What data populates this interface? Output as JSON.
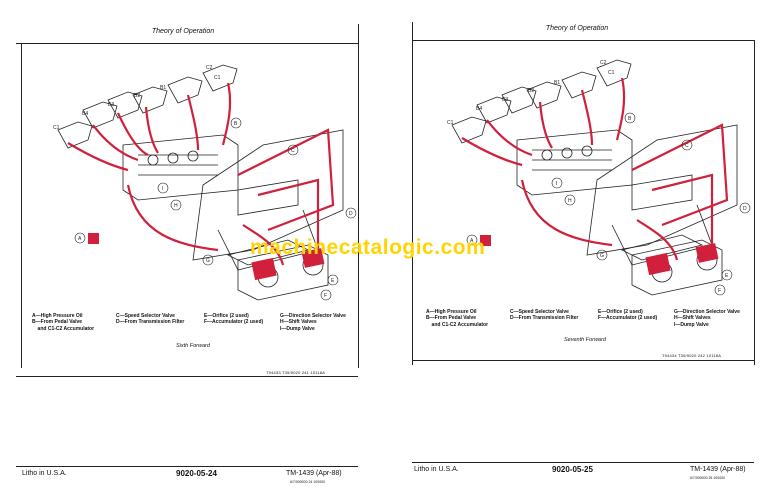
{
  "watermark": "machinecatalogic.com",
  "left_page": {
    "header": "Theory of Operation",
    "legend": {
      "col1": "A—High Pressure Oil\nB—From Pedal Valve\n    and C1-C2 Accumulator",
      "col2": "C—Speed Selector Valve\nD—From Transmission Filter",
      "col3": "E—Orifice (2 used)\nF—Accumulator (2 used)",
      "col4": "G—Direction Selector Valve\nH—Shift Valves\nI—Dump Valve"
    },
    "caption": "Sixth Forward",
    "figure_code": "T94433  T35/9020 241 10118A",
    "footer_left": "Litho in U.S.A.",
    "footer_center": "9020-05-24",
    "footer_right": "TM-1439 (Apr-88)",
    "footer_small": "6/7/000000 24 100000",
    "callouts": [
      "C1",
      "C2",
      "B1",
      "B2",
      "B3",
      "B4",
      "C1",
      "B",
      "C",
      "D",
      "A",
      "G",
      "E",
      "F",
      "I",
      "H"
    ]
  },
  "right_page": {
    "header": "Theory of Operation",
    "legend": {
      "col1": "A—High Pressure Oil\nB—From Pedal Valve\n    and C1-C2 Accumulator",
      "col2": "C—Speed Selector Valve\nD—From Transmission Filter",
      "col3": "E—Orifice (2 used)\nF—Accumulator (2 used)",
      "col4": "G—Direction Selector Valve\nH—Shift Valves\nI—Dump Valve"
    },
    "caption": "Seventh Forward",
    "figure_code": "T94434  T35/9020 242 10118A",
    "footer_left": "Litho in U.S.A.",
    "footer_center": "9020-05-25",
    "footer_right": "TM-1439 (Apr-88)",
    "footer_small": "6/7/000000 25 100000",
    "callouts": [
      "C1",
      "C2",
      "B1",
      "B2",
      "B3",
      "B4",
      "C1",
      "B",
      "C",
      "D",
      "A",
      "G",
      "E",
      "F",
      "I",
      "H"
    ]
  },
  "colors": {
    "hydraulic": "#d0203c",
    "ink": "#222222",
    "watermark": "#ffd400"
  }
}
